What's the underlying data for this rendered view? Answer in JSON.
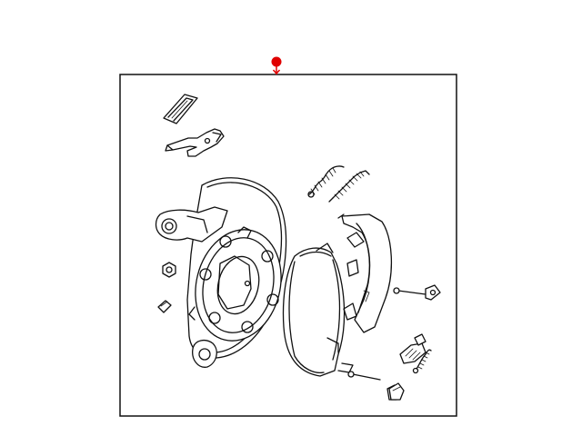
{
  "diagram": {
    "frame": {
      "label": ""
    },
    "marker": {
      "color": "#e00000",
      "icon": "callout-pin-icon"
    },
    "parts": [
      {
        "name": "brake-shoe-adjuster-part",
        "icon": "adjuster-icon"
      },
      {
        "name": "parking-brake-lever-part",
        "icon": "lever-icon"
      },
      {
        "name": "brake-support-plate-part",
        "icon": "backing-plate-icon"
      },
      {
        "name": "upper-return-spring-part",
        "icon": "spring-icon"
      },
      {
        "name": "lower-return-spring-part",
        "icon": "spring-icon"
      },
      {
        "name": "brake-shoe-front-part",
        "icon": "brake-shoe-icon"
      },
      {
        "name": "brake-shoe-rear-part",
        "icon": "brake-shoe-icon"
      },
      {
        "name": "hold-down-pin-part",
        "icon": "pin-icon"
      },
      {
        "name": "hold-down-spring-part",
        "icon": "spring-icon"
      },
      {
        "name": "retainer-clip-part",
        "icon": "clip-icon"
      },
      {
        "name": "nut-part",
        "icon": "nut-icon"
      },
      {
        "name": "small-fastener-part",
        "icon": "fastener-icon"
      }
    ]
  }
}
